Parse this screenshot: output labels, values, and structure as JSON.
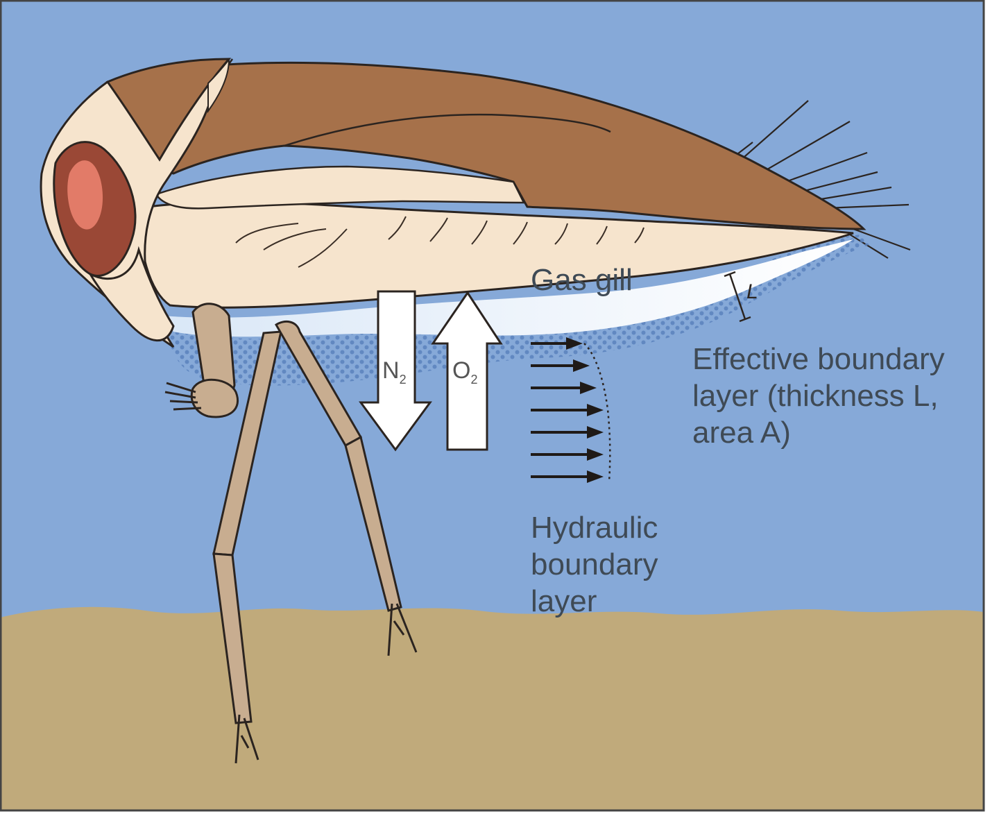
{
  "diagram": {
    "labels": {
      "gas_gill": "Gas gill",
      "effective_boundary_layer": [
        "Effective boundary",
        "layer (thickness L,",
        "area A)"
      ],
      "hydraulic_boundary_layer": [
        "Hydraulic",
        "boundary",
        "layer"
      ],
      "thickness_marker": "L"
    },
    "arrows": {
      "n2": {
        "symbol": "N",
        "subscript": "2",
        "direction": "down"
      },
      "o2": {
        "symbol": "O",
        "subscript": "2",
        "direction": "up"
      }
    },
    "flow_arrow_count": 7,
    "colors": {
      "water": "#86a9d8",
      "sediment": "#c0aa7b",
      "wing_dark": "#a6714a",
      "body_light": "#f6e4cd",
      "eye_outer": "#9a4836",
      "eye_inner": "#e27b68",
      "legs": "#c8ad90",
      "outline": "#2b2420",
      "gas_gill": "#e9f1fb",
      "boundary_layer": "#5b82bd"
    }
  }
}
